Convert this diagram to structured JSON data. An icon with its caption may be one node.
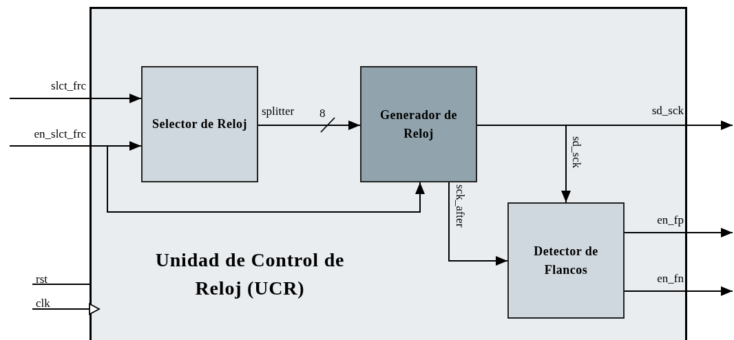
{
  "diagram": {
    "nodes": [
      {
        "text": [
          "Unidad de Control de Reloj (UCR)"
        ]
      },
      {
        "text": [
          "Selector de Reloj"
        ],
        "in": 0
      },
      {
        "text": [
          "Generador de Reloj"
        ],
        "in": 0
      },
      {
        "text": [
          "Detector de Flancos"
        ],
        "in": 0
      }
    ],
    "edges": [
      {
        "from": null,
        "to": 1,
        "arrow": "to",
        "label": "slct_frc"
      },
      {
        "from": null,
        "to": 1,
        "arrow": "to",
        "label": "en_slct_frc"
      },
      {
        "from": null,
        "to": 2,
        "arrow": "to"
      },
      {
        "from": 1,
        "to": 2,
        "arrow": "to",
        "label": "splitter"
      },
      {
        "from": 2,
        "to": null,
        "arrow": "to",
        "label": "sd_sck"
      },
      {
        "from": 2,
        "to": 3,
        "arrow": "to",
        "label": "sd_sck"
      },
      {
        "from": 2,
        "to": 3,
        "arrow": "to",
        "label": "sck_after"
      },
      {
        "from": 3,
        "to": null,
        "arrow": "to",
        "label": "en_fp"
      },
      {
        "from": 3,
        "to": null,
        "arrow": "to",
        "label": "en_fn"
      },
      {
        "from": null,
        "to": 0,
        "arrow": "none",
        "label": "rst"
      },
      {
        "from": null,
        "to": 0,
        "arrow": "to",
        "label": "clk"
      }
    ],
    "labels": [
      "8"
    ]
  }
}
